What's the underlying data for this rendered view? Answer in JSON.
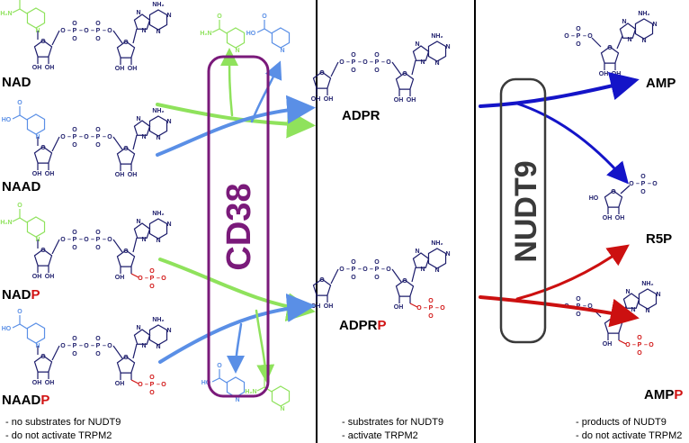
{
  "colors": {
    "navy": "#1c1c6b",
    "green": "#8fe25c",
    "blue": "#5a8fe6",
    "red": "#d11313",
    "purple": "#7a1a7a",
    "gray": "#3a3a3a",
    "arrowBlue": "#1414c8",
    "arrowRed": "#cc1010"
  },
  "atoms": {
    "O": "O",
    "P": "P",
    "N": "N",
    "OH": "OH",
    "HO": "HO",
    "NH2": "NH₂",
    "H2N": "H₂N",
    "bond": "–"
  },
  "left": {
    "molecules": [
      {
        "name": "NAD",
        "suffix": ""
      },
      {
        "name": "NAAD",
        "suffix": ""
      },
      {
        "name": "NAD",
        "suffix": "P"
      },
      {
        "name": "NAAD",
        "suffix": "P"
      }
    ],
    "notes": [
      "- no substrates for NUDT9",
      "- do not activate TRPM2"
    ]
  },
  "enzyme1": "CD38",
  "middle": {
    "molecules": [
      {
        "name": "ADPR",
        "suffix": ""
      },
      {
        "name": "ADPR",
        "suffix": "P"
      }
    ],
    "notes": [
      "- substrates for NUDT9",
      "- activate TRPM2"
    ]
  },
  "enzyme2": "NUDT9",
  "right": {
    "molecules": [
      {
        "name": "AMP",
        "suffix": ""
      },
      {
        "name": "R5P",
        "suffix": ""
      },
      {
        "name": "AMP",
        "suffix": "P"
      }
    ],
    "notes": [
      "- products of NUDT9",
      "- do not activate TRPM2"
    ]
  }
}
